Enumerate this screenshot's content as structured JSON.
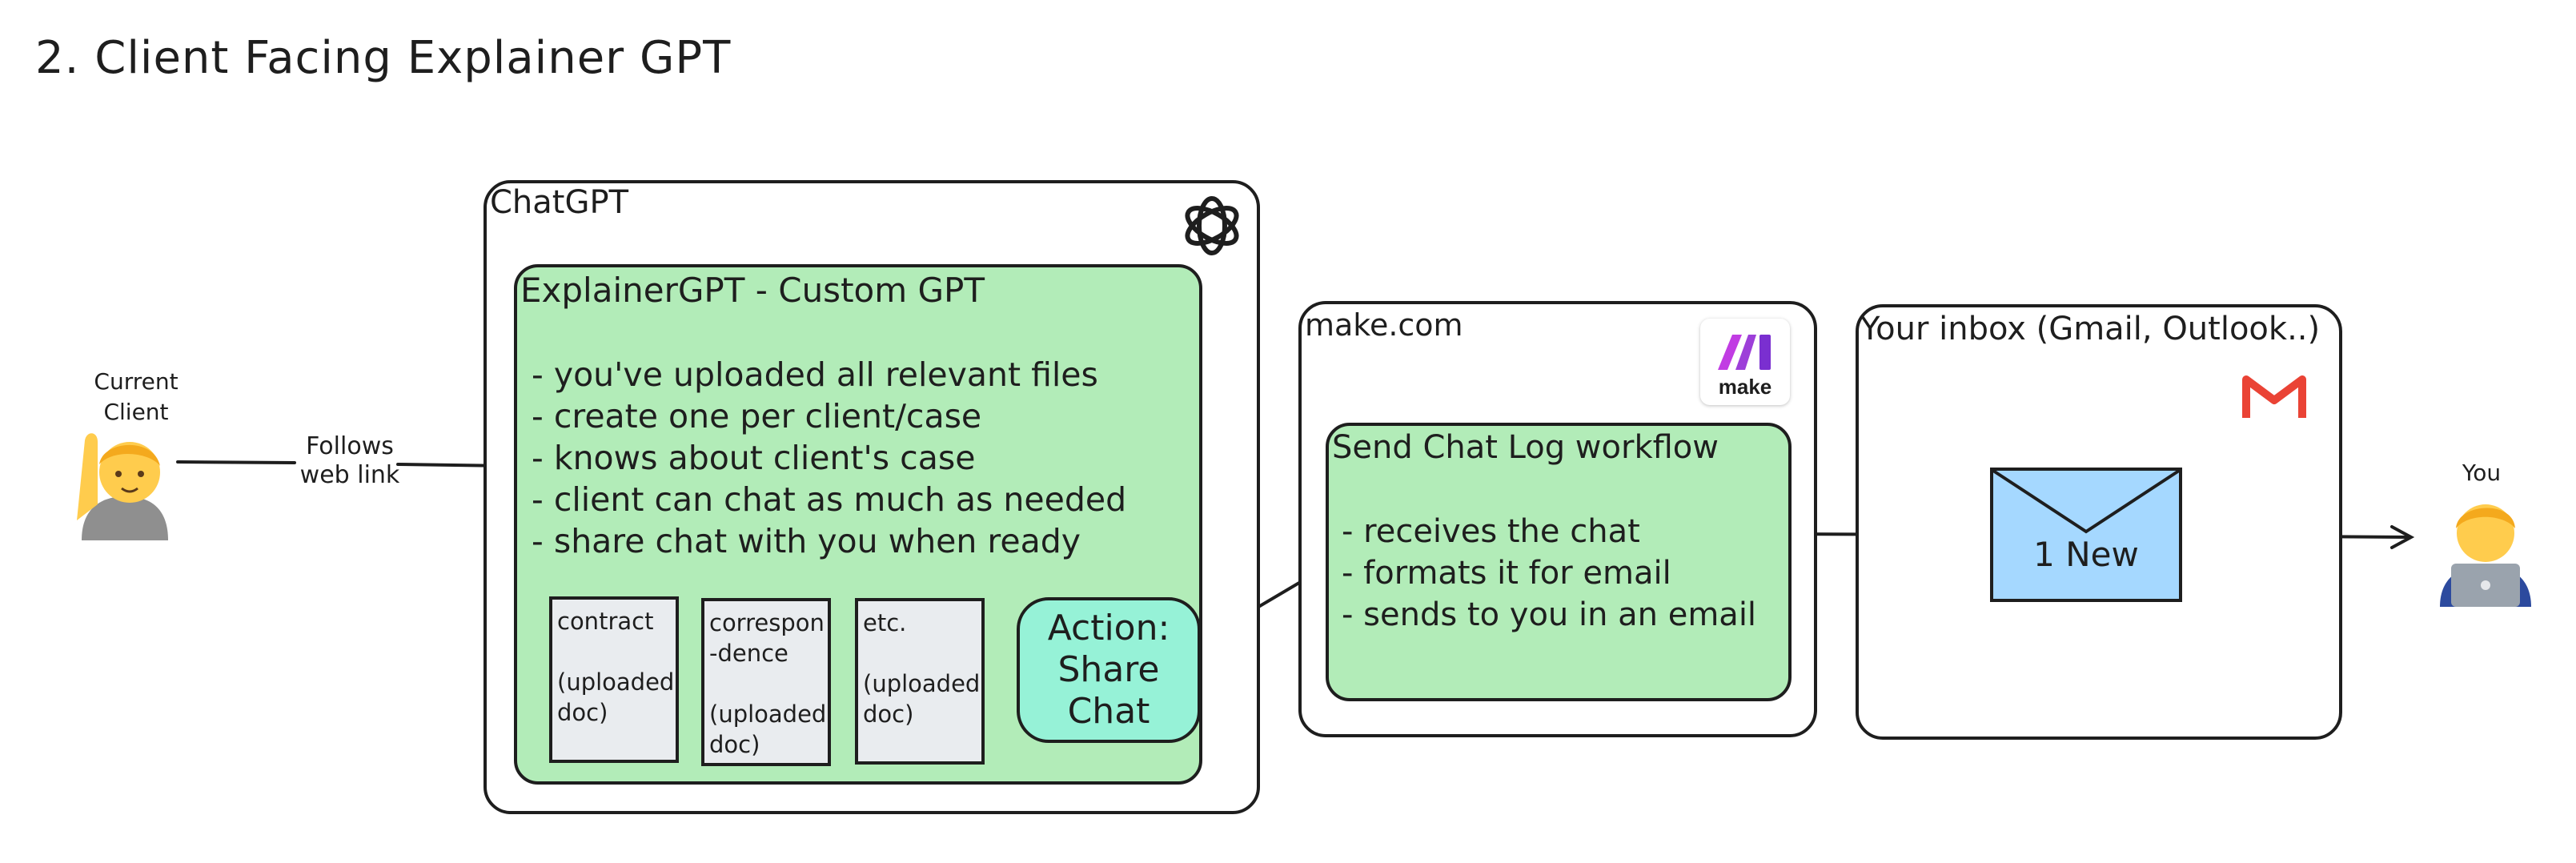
{
  "title": "2. Client Facing Explainer GPT",
  "client": {
    "label": "Current\nClient",
    "icon": "raising-hand-person-icon"
  },
  "arrow_label": "Follows\nweb link",
  "chatgpt": {
    "label": "ChatGPT",
    "icon": "openai-logo-icon",
    "custom_gpt": {
      "title": "ExplainerGPT - Custom GPT",
      "bullets": [
        "- you've uploaded all relevant files",
        "- create one per client/case",
        "- knows about client's case",
        "- client can chat as much as needed",
        "- share chat with you when ready"
      ],
      "docs": [
        "contract\n\n(uploaded\ndoc)",
        "correspon\n-dence\n\n(uploaded\ndoc)",
        "etc.\n\n(uploaded\ndoc)"
      ],
      "action": "Action:\nShare\nChat"
    }
  },
  "make": {
    "label": "make.com",
    "logo_text": "make",
    "workflow": {
      "title": "Send Chat Log workflow",
      "bullets": [
        "- receives the chat",
        "- formats it for email",
        "- sends to you in an email"
      ]
    }
  },
  "inbox": {
    "label": "Your inbox (Gmail, Outlook..)",
    "icon": "gmail-icon",
    "envelope_text": "1 New"
  },
  "you": {
    "label": "You",
    "icon": "technologist-laptop-icon"
  },
  "colors": {
    "green": "#b2ecb8",
    "doc_gray": "#e9ecef",
    "action_teal": "#96f2d7",
    "envelope_blue": "#a5d8ff",
    "gmail_red": "#ea4335"
  }
}
